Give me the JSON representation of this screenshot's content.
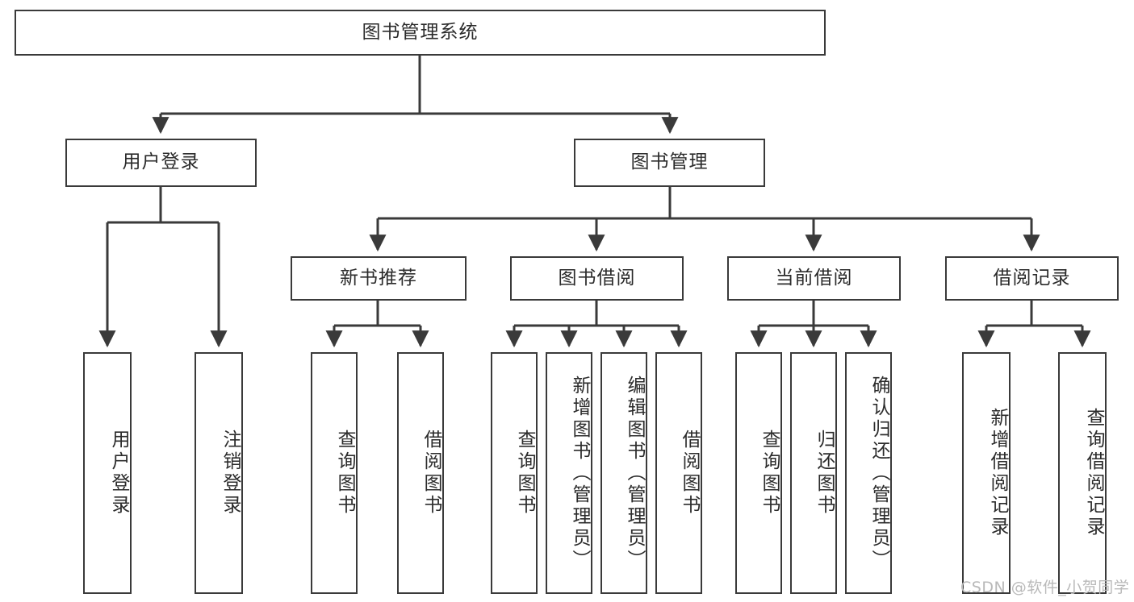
{
  "diagram": {
    "type": "tree-hierarchy",
    "title": "图书管理系统",
    "watermark": "CSDN @软件_小贺同学",
    "colors": {
      "border": "#3a3a3a",
      "background": "#ffffff",
      "text": "#2b2b2b",
      "watermark": "#b9b9b9"
    },
    "nodes": {
      "root": {
        "label": "图书管理系统"
      },
      "level1": [
        {
          "id": "user-login",
          "label": "用户登录"
        },
        {
          "id": "book-manage",
          "label": "图书管理"
        }
      ],
      "level2": [
        {
          "id": "new-book-recommend",
          "label": "新书推荐",
          "parent": "book-manage"
        },
        {
          "id": "book-borrow",
          "label": "图书借阅",
          "parent": "book-manage"
        },
        {
          "id": "current-borrow",
          "label": "当前借阅",
          "parent": "book-manage"
        },
        {
          "id": "borrow-record",
          "label": "借阅记录",
          "parent": "book-manage"
        }
      ],
      "leaves": [
        {
          "id": "leaf-user-login",
          "label": "用户登录",
          "parent": "user-login"
        },
        {
          "id": "leaf-logout",
          "label": "注销登录",
          "parent": "user-login"
        },
        {
          "id": "leaf-query-book-1",
          "label": "查询图书",
          "parent": "new-book-recommend"
        },
        {
          "id": "leaf-borrow-book-1",
          "label": "借阅图书",
          "parent": "new-book-recommend"
        },
        {
          "id": "leaf-query-book-2",
          "label": "查询图书",
          "parent": "book-borrow"
        },
        {
          "id": "leaf-add-book",
          "label": "新增图书（管理员）",
          "parent": "book-borrow"
        },
        {
          "id": "leaf-edit-book",
          "label": "编辑图书（管理员）",
          "parent": "book-borrow"
        },
        {
          "id": "leaf-borrow-book-2",
          "label": "借阅图书",
          "parent": "book-borrow"
        },
        {
          "id": "leaf-query-book-3",
          "label": "查询图书",
          "parent": "current-borrow"
        },
        {
          "id": "leaf-return-book",
          "label": "归还图书",
          "parent": "current-borrow"
        },
        {
          "id": "leaf-confirm-return",
          "label": "确认归还（管理员）",
          "parent": "current-borrow"
        },
        {
          "id": "leaf-add-record",
          "label": "新增借阅记录",
          "parent": "borrow-record"
        },
        {
          "id": "leaf-query-record",
          "label": "查询借阅记录",
          "parent": "borrow-record"
        }
      ]
    }
  }
}
